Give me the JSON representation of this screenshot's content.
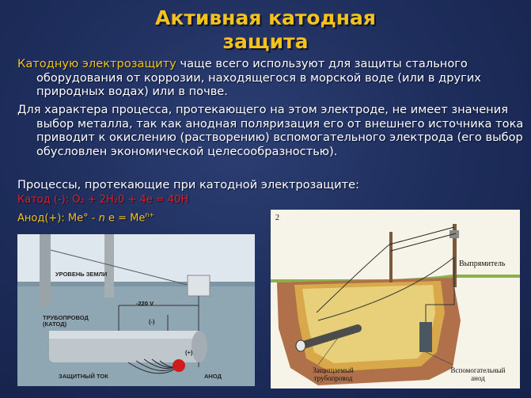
{
  "title": {
    "line1": "Активная катодная",
    "line2": "защита"
  },
  "paragraphs": {
    "p1_highlight": "Катодную электрозащиту",
    "p1_rest": " чаще всего используют для защиты стального оборудования от коррозии, находящегося в морской воде (или в других природных водах) или в почве.",
    "p2": "Для характера процесса, протекающего на этом электроде, не имеет значения выбор металла, так как анодная поляризация его от внешнего источника тока приводит к окислению (растворению) вспомогательного электрода (его выбор обусловлен экономической целесообразностью).",
    "p3": "Процессы, протекающие при катодной электрозащите:"
  },
  "equations": {
    "cathode": "Катод (-): O₂ + 2H₂0 + 4e = 40H",
    "anode_prefix": "Анод(+): Me° - ",
    "anode_n": "n",
    "anode_rest": " e  =  Me",
    "anode_sup": "n+"
  },
  "left_diagram": {
    "ground_level": "УРОВЕНЬ ЗЕМЛИ",
    "voltage": "-220 V",
    "pipeline": "ТРУБОПРОВОД\n(КАТОД)",
    "minus": "(-)",
    "plus": "(+)",
    "protective_current": "ЗАЩИТНЫЙ ТОК",
    "anode": "АНОД"
  },
  "right_diagram": {
    "number": "2",
    "rectifier": "Выпрямитель",
    "protected_pipeline": "Защищаемый\nтрубопровод",
    "aux_anode": "Вспомогательный\nанод"
  },
  "colors": {
    "title": "#f5c21b",
    "cathode_eq": "#e02020",
    "anode_eq": "#f5c21b"
  }
}
